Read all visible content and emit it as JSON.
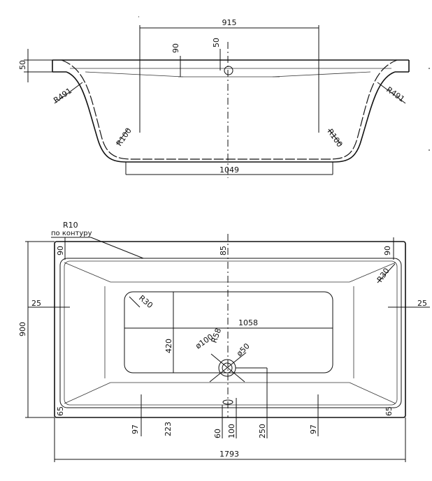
{
  "side_view": {
    "dims": {
      "width_top": "915",
      "depth_90": "90",
      "overflow_50": "50",
      "rim_50": "50",
      "radius_left": "R491",
      "radius_right": "R491",
      "radius_bottom_left": "R100",
      "radius_bottom_right": "R100",
      "base_width": "1049"
    }
  },
  "plan_view": {
    "note_r10": "R10",
    "note_contour": "по контуру",
    "dims": {
      "height_900": "900",
      "top_left_90": "90",
      "top_center_85": "85",
      "top_right_90": "90",
      "corner_r30_right": "R30",
      "left_25": "25",
      "right_25": "25",
      "inner_r30": "R30",
      "inner_width_1058": "1058",
      "r58": "R58",
      "inner_height_420": "420",
      "drain_100": "ø100",
      "drain_50": "ø50",
      "bottom_left_65": "65",
      "bottom_right_65": "65",
      "b_97_left": "97",
      "b_223": "223",
      "b_60": "60",
      "b_100": "100",
      "b_250": "250",
      "b_97_right": "97",
      "total_length_1793": "1793"
    }
  }
}
